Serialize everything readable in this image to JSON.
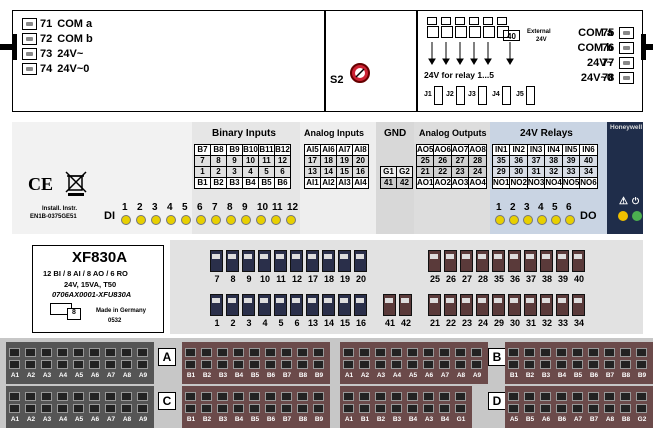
{
  "top_left": {
    "rows": [
      {
        "num": "71",
        "label": "COM a"
      },
      {
        "num": "72",
        "label": "COM b"
      },
      {
        "num": "73",
        "label": "24V~"
      },
      {
        "num": "74",
        "label": "24V~0"
      }
    ],
    "switch_label": "S2"
  },
  "top_right": {
    "relay_label": "24V for relay 1...5",
    "external_label": "External",
    "external_voltage": "24V",
    "relay_box_number": "40",
    "jumpers": [
      "J1",
      "J2",
      "J3",
      "J4",
      "J5"
    ],
    "rows": [
      {
        "label": "COM a",
        "num": "75"
      },
      {
        "label": "COM b",
        "num": "76"
      },
      {
        "label": "24V~",
        "num": "77"
      },
      {
        "label": "24V~0",
        "num": "78"
      }
    ]
  },
  "middle": {
    "brand": "Honeywell",
    "ce_mark": "CE",
    "install_instr_line1": "Install. Instr.",
    "install_instr_line2": "EN1B-0375GE51",
    "di_label": "DI",
    "do_label": "DO",
    "di_numbers": [
      "1",
      "2",
      "3",
      "4",
      "5",
      "6",
      "7",
      "8",
      "9",
      "10",
      "11",
      "12"
    ],
    "do_numbers": [
      "1",
      "2",
      "3",
      "4",
      "5",
      "6"
    ],
    "groups": {
      "binary_inputs": "Binary Inputs",
      "analog_inputs": "Analog Inputs",
      "gnd": "GND",
      "analog_outputs": "Analog Outputs",
      "relays": "24V Relays"
    },
    "binary_rows": [
      [
        "B7",
        "B8",
        "B9",
        "B10",
        "B11",
        "B12"
      ],
      [
        "7",
        "8",
        "9",
        "10",
        "11",
        "12"
      ],
      [
        "1",
        "2",
        "3",
        "4",
        "5",
        "6"
      ],
      [
        "B1",
        "B2",
        "B3",
        "B4",
        "B5",
        "B6"
      ]
    ],
    "analog_in_rows": [
      [
        "AI5",
        "AI6",
        "AI7",
        "AI8"
      ],
      [
        "17",
        "18",
        "19",
        "20"
      ],
      [
        "13",
        "14",
        "15",
        "16"
      ],
      [
        "AI1",
        "AI2",
        "AI3",
        "AI4"
      ]
    ],
    "gnd_rows": [
      [
        "G1",
        "G2"
      ],
      [
        "41",
        "42"
      ]
    ],
    "analog_out_rows": [
      [
        "AO5",
        "AO6",
        "AO7",
        "AO8"
      ],
      [
        "25",
        "26",
        "27",
        "28"
      ],
      [
        "21",
        "22",
        "23",
        "24"
      ],
      [
        "AO1",
        "AO2",
        "AO3",
        "AO4"
      ]
    ],
    "relay_rows": [
      [
        "IN1",
        "IN2",
        "IN3",
        "IN4",
        "IN5",
        "IN6"
      ],
      [
        "35",
        "36",
        "37",
        "38",
        "39",
        "40"
      ],
      [
        "29",
        "30",
        "31",
        "32",
        "33",
        "34"
      ],
      [
        "NO1",
        "NO2",
        "NO3",
        "NO4",
        "NO5",
        "NO6"
      ]
    ]
  },
  "model": {
    "name": "XF830A",
    "spec1": "12 BI / 8 AI / 8 AO / 6 RO",
    "spec2": "24V, 15VA, T50",
    "part": "0706AX0001-XFU830A",
    "made_in": "Made in Germany",
    "code": "0532",
    "fuse_num": "8"
  },
  "terminals": {
    "top_left": [
      "7",
      "8",
      "9",
      "10",
      "11",
      "12",
      "17",
      "18",
      "19",
      "20"
    ],
    "bottom_left": [
      "1",
      "2",
      "3",
      "4",
      "5",
      "6",
      "13",
      "14",
      "15",
      "16"
    ],
    "gnd": [
      "41",
      "42"
    ],
    "top_right": [
      "25",
      "26",
      "27",
      "28",
      "35",
      "36",
      "37",
      "38",
      "39",
      "40"
    ],
    "bottom_right": [
      "21",
      "22",
      "23",
      "24",
      "29",
      "30",
      "31",
      "32",
      "33",
      "34"
    ]
  },
  "blocks": {
    "a_labels": [
      "A1",
      "A2",
      "A3",
      "A4",
      "A5",
      "A6",
      "A7",
      "A8",
      "A9"
    ],
    "b_labels": [
      "B1",
      "B2",
      "B3",
      "B4",
      "B5",
      "B6",
      "B7",
      "B8",
      "B9"
    ],
    "letters": [
      "A",
      "B",
      "C",
      "D"
    ],
    "row2_right_labels": [
      "A1",
      "B1",
      "B2",
      "B3",
      "B4",
      "A3",
      "B4",
      "G1"
    ],
    "row2_far_labels": [
      "A5",
      "B5",
      "A6",
      "B6",
      "A7",
      "B7",
      "A8",
      "B8",
      "G2"
    ]
  }
}
